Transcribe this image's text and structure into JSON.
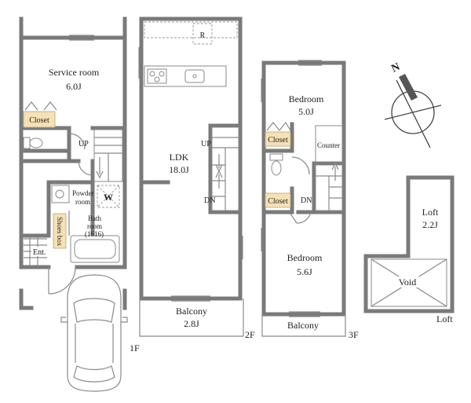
{
  "floors": {
    "f1": {
      "label": "1F",
      "rooms": {
        "service_room": {
          "name": "Service room",
          "size": "6.0J"
        },
        "closet": "Closet",
        "up": "UP",
        "powder_room": {
          "line1": "Powder",
          "line2": "room"
        },
        "washer": "W",
        "bath_room": {
          "line1": "Bath",
          "line2": "room",
          "line3": "(1616)"
        },
        "shoes_box": "Shoes box",
        "entrance": "Ent."
      }
    },
    "f2": {
      "label": "2F",
      "rooms": {
        "refrigerator": "R",
        "ldk": {
          "name": "LDK",
          "size": "18.0J"
        },
        "up": "UP",
        "dn": "DN",
        "balcony": {
          "name": "Balcony",
          "size": "2.8J"
        }
      }
    },
    "f3": {
      "label": "3F",
      "rooms": {
        "bedroom_1": {
          "name": "Bedroom",
          "size": "5.0J"
        },
        "closet_1": "Closet",
        "counter": "Counter",
        "closet_2": "Closet",
        "dn": "DN",
        "bedroom_2": {
          "name": "Bedroom",
          "size": "5.6J"
        },
        "balcony": "Balcony"
      }
    },
    "loft": {
      "label": "Loft",
      "rooms": {
        "loft": {
          "name": "Loft",
          "size": "2.2J"
        },
        "void": "Void"
      }
    }
  },
  "compass": {
    "north": "N"
  }
}
